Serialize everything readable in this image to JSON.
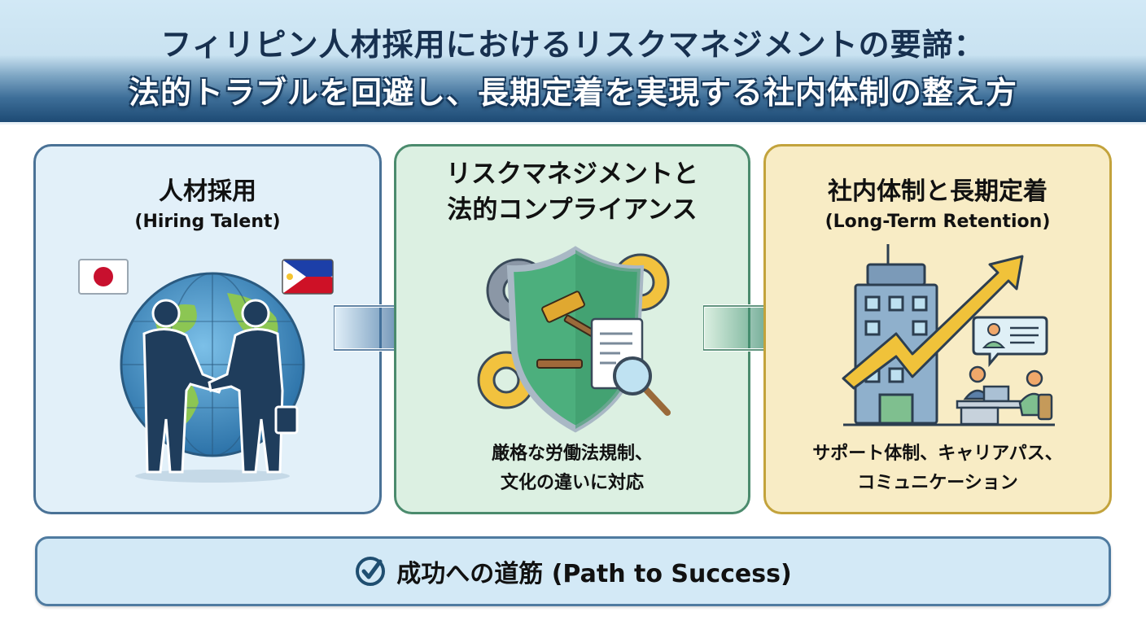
{
  "header": {
    "title_line1": "フィリピン人材採用におけるリスクマネジメントの要諦：",
    "title_line2": "法的トラブルを回避し、長期定着を実現する社内体制の整え方"
  },
  "panels": [
    {
      "title": "人材採用",
      "subtitle": "(Hiring Talent)",
      "illustration": "handshake-globe-illustration",
      "flags": [
        "japan-flag",
        "philippines-flag"
      ],
      "accent": "#4a7296",
      "background": "#e2f0f9"
    },
    {
      "title_line1": "リスクマネジメントと",
      "title_line2": "法的コンプライアンス",
      "illustration": "shield-gavel-gears-illustration",
      "description_line1": "厳格な労働法規制、",
      "description_line2": "文化の違いに対応",
      "accent": "#4b8b6d",
      "background": "#dcf0e2"
    },
    {
      "title": "社内体制と長期定着",
      "subtitle": "(Long-Term Retention)",
      "illustration": "building-growth-arrow-illustration",
      "description_line1": "サポート体制、キャリアパス、",
      "description_line2": "コミュニケーション",
      "accent": "#c3a33c",
      "background": "#f8ecc5"
    }
  ],
  "arrows": [
    {
      "icon": "arrow-right-icon",
      "color": "#3d6f9e"
    },
    {
      "icon": "arrow-right-icon",
      "color": "#3f8f70"
    }
  ],
  "footer": {
    "icon": "check-circle-icon",
    "label": "成功への道筋 (Path to Success)"
  }
}
